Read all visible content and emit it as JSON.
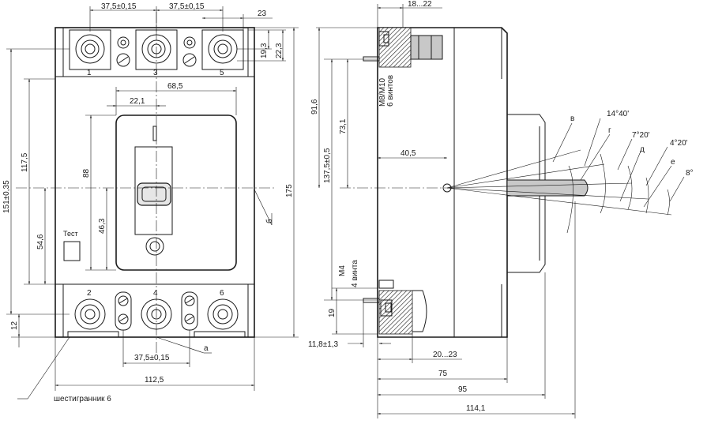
{
  "front_view": {
    "dims": {
      "top_pitch_left": "37,5±0,15",
      "top_pitch_right": "37,5±0,15",
      "terminal_width": "23",
      "h_19_3": "19,3",
      "h_22_3": "22,3",
      "w_68_5": "68,5",
      "w_22_1": "22,1",
      "h_88": "88",
      "h_46_3": "46,3",
      "h_117_5": "117,5",
      "h_54_6": "54,6",
      "h_151": "151±0,35",
      "h_175": "175",
      "h_12": "12",
      "bottom_pitch": "37,5±0,15",
      "total_width": "112,5"
    },
    "terminal_numbers_top": [
      "1",
      "3",
      "5"
    ],
    "terminal_numbers_bottom": [
      "2",
      "4",
      "6"
    ],
    "test_label": "Тест",
    "labels": {
      "b": "б",
      "a": "а"
    },
    "hex_note": "шестигранник 6"
  },
  "side_view": {
    "dims": {
      "d_18_22": "18...22",
      "h_91_6": "91,6",
      "h_137_5": "137,5±0,5",
      "h_73_1": "73,1",
      "w_40_5": "40,5",
      "screw_top_1": "М8/М10",
      "screw_top_2": "6 винтов",
      "screw_bot_1": "М4",
      "screw_bot_2": "4 винта",
      "h_19": "19",
      "d_11_8": "11,8±1,3",
      "d_20_23": "20...23",
      "w_75": "75",
      "w_95": "95",
      "w_114_1": "114,1"
    },
    "angles": {
      "a_14_40": "14°40'",
      "a_7_20": "7°20'",
      "a_4_20": "4°20'",
      "a_8": "8°"
    },
    "positions": {
      "v": "в",
      "g": "г",
      "d": "д",
      "e": "е"
    }
  }
}
